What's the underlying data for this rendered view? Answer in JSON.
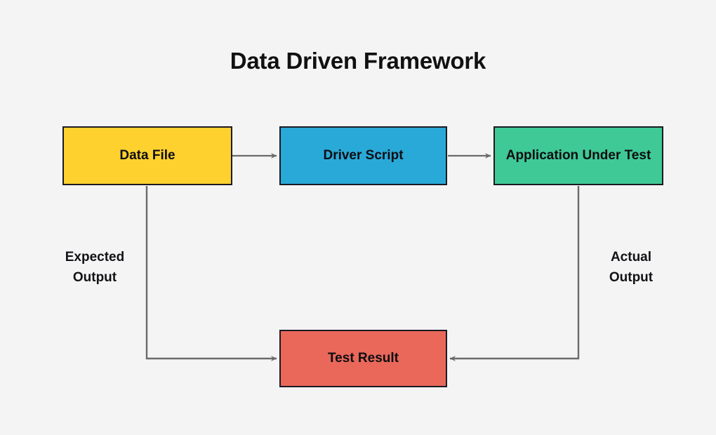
{
  "diagram": {
    "title": "Data Driven Framework",
    "background_color": "#f4f4f4",
    "connector_color": "#6b6b6b",
    "border_color": "#1a1a22",
    "nodes": [
      {
        "id": "data-file",
        "label": "Data File",
        "color": "#fed12f"
      },
      {
        "id": "driver-script",
        "label": "Driver Script",
        "color": "#29a9d8"
      },
      {
        "id": "application-under-test",
        "label": "Application Under Test",
        "color": "#3fc996"
      },
      {
        "id": "test-result",
        "label": "Test Result",
        "color": "#e9685a"
      }
    ],
    "edge_labels": [
      {
        "id": "expected-output",
        "line1": "Expected",
        "line2": "Output"
      },
      {
        "id": "actual-output",
        "line1": "Actual",
        "line2": "Output"
      }
    ],
    "edges": [
      {
        "from": "data-file",
        "to": "driver-script",
        "label": ""
      },
      {
        "from": "driver-script",
        "to": "application-under-test",
        "label": ""
      },
      {
        "from": "data-file",
        "to": "test-result",
        "label": "Expected Output"
      },
      {
        "from": "application-under-test",
        "to": "test-result",
        "label": "Actual Output"
      }
    ]
  }
}
